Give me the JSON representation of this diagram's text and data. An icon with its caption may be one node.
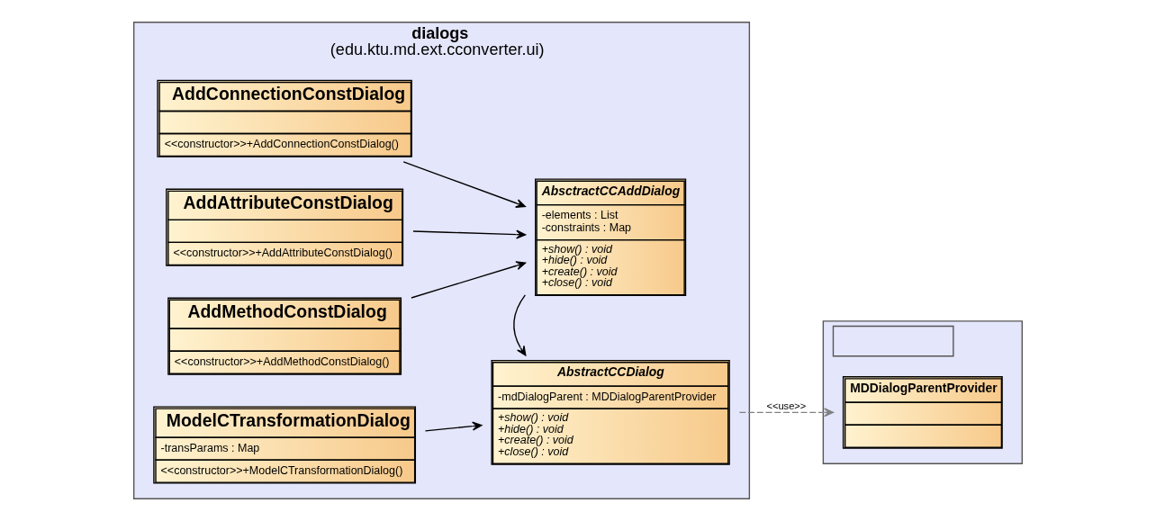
{
  "diagram": {
    "nodes": [
      {
        "text": [
          "dialogs",
          "(edu.ktu.md.ext.cconverter.ui)"
        ]
      },
      {
        "text": [
          "ModelCTransformationDialog",
          "-transParams : Map",
          "<<constructor>>+ModelCTransformationDialog()"
        ],
        "in": 0
      },
      {
        "text": [
          "AbstractCCDialog",
          "-mdDialogParent : MDDialogParentProvider",
          "+show() : void",
          "+hide() : void",
          "+create() : void",
          "+close() : void"
        ],
        "in": 0
      },
      {
        "text": [
          "AddAttributeConstDialog",
          "<<constructor>>+AddAttributeConstDialog()"
        ],
        "in": 0
      },
      {
        "text": [
          "AddMethodConstDialog",
          "<<constructor>>+AddMethodConstDialog()"
        ],
        "in": 0
      },
      {
        "text": [
          "AbsctractCCAddDialog",
          "-elements : List",
          "-constraints : Map",
          "+show() : void",
          "+hide() : void",
          "+create() : void",
          "+close() : void"
        ],
        "in": 0
      },
      {
        "text": [
          "AddConnectionConstDialog",
          "<<constructor>>+AddConnectionConstDialog()"
        ],
        "in": 0
      },
      {
        "text": [],
        "shape": "folder"
      },
      {
        "text": [
          "MDDialogParentProvider"
        ],
        "in": 7
      }
    ],
    "edges": [
      {
        "from": 1,
        "to": 2,
        "arrow": "to"
      },
      {
        "from": 3,
        "to": 5,
        "arrow": "to"
      },
      {
        "from": 4,
        "to": 5,
        "arrow": "to"
      },
      {
        "from": 6,
        "to": 5,
        "arrow": "to"
      },
      {
        "from": 5,
        "to": 2,
        "arrow": "to"
      },
      {
        "from": 2,
        "to": 8,
        "arrow": "to",
        "label": "<<use>>",
        "style": "dashed",
        "color": "#808080"
      }
    ]
  }
}
